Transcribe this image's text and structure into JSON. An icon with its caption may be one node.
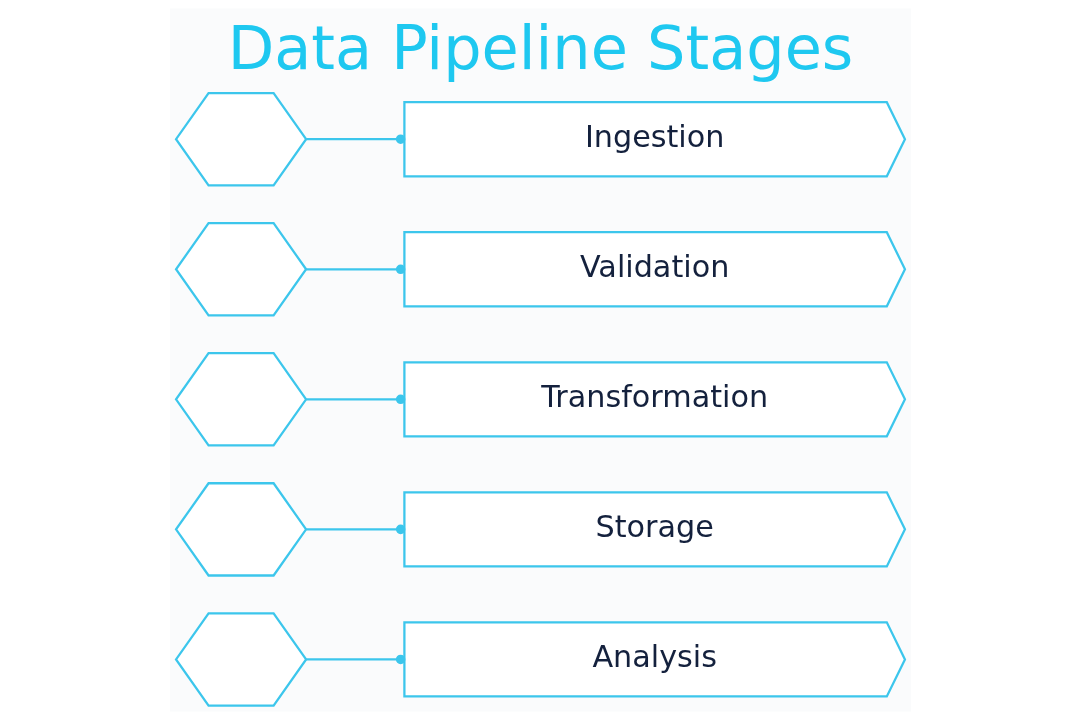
{
  "diagram": {
    "title": "Data Pipeline Stages",
    "nodes": [
      {
        "text": [],
        "shape": "hexagon"
      },
      {
        "text": [
          "Ingestion"
        ]
      },
      {
        "text": [],
        "shape": "hexagon"
      },
      {
        "text": [
          "Validation"
        ]
      },
      {
        "text": [],
        "shape": "hexagon"
      },
      {
        "text": [
          "Transformation"
        ]
      },
      {
        "text": [],
        "shape": "hexagon"
      },
      {
        "text": [
          "Storage"
        ]
      },
      {
        "text": [],
        "shape": "hexagon"
      },
      {
        "text": [
          "Analysis"
        ]
      }
    ],
    "edges": [
      {
        "from": 0,
        "to": 1,
        "arrow": "other"
      },
      {
        "from": 2,
        "to": 3,
        "arrow": "other"
      },
      {
        "from": 4,
        "to": 5,
        "arrow": "other"
      },
      {
        "from": 6,
        "to": 7,
        "arrow": "other"
      },
      {
        "from": 8,
        "to": 9,
        "arrow": "other"
      }
    ]
  }
}
